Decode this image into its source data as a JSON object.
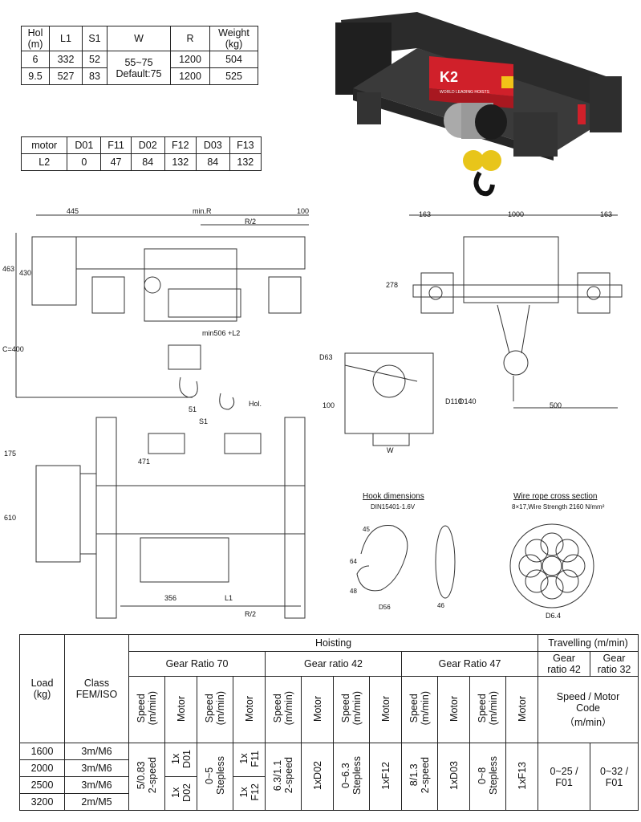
{
  "dims_table": {
    "headers": [
      "Hol\n(m)",
      "L1",
      "S1",
      "W",
      "R",
      "Weight\n(kg)"
    ],
    "rows": [
      {
        "hol": "6",
        "l1": "332",
        "s1": "52",
        "r": "1200",
        "weight": "504"
      },
      {
        "hol": "9.5",
        "l1": "527",
        "s1": "83",
        "r": "1200",
        "weight": "525"
      }
    ],
    "w_line1": "55~75",
    "w_line2": "Default:75"
  },
  "motor_table": {
    "headers": [
      "motor",
      "D01",
      "F11",
      "D02",
      "F12",
      "D03",
      "F13"
    ],
    "row": [
      "L2",
      "0",
      "47",
      "84",
      "132",
      "84",
      "132"
    ]
  },
  "product": {
    "brand": "K2",
    "tagline": "WORLD LEADING HOISTS",
    "colors": {
      "body": "#333333",
      "accent": "#d0202a",
      "hook": "#e8c51a"
    }
  },
  "drawing_labels": {
    "d445": "445",
    "minR": "min.R",
    "d100a": "100",
    "r2a": "R/2",
    "d463": "463",
    "d430": "430",
    "c400": "C=400",
    "min506": "min506 +L2",
    "d51": "51",
    "s1": "S1",
    "hol": "Hol.",
    "d163a": "163",
    "d1000": "1000",
    "d163b": "163",
    "d278": "278",
    "d500": "500",
    "d63": "D63",
    "d100b": "100",
    "d110": "D110",
    "d140": "D140",
    "w": "W",
    "d175": "175",
    "d471": "471",
    "d610": "610",
    "d356": "356",
    "l1": "L1",
    "r2b": "R/2",
    "hook_title": "Hook dimensions",
    "hook_std": "DIN15401-1.6V",
    "h45": "45",
    "h64": "64",
    "h48": "48",
    "h46": "46",
    "hD56": "D56",
    "wire_title": "Wire rope cross section",
    "wire_sub": "8×17,Wire Strength 2160 N/mm²",
    "wire_d": "D6.4"
  },
  "spec_table": {
    "load": "Load\n(kg)",
    "class": "Class\nFEM/ISO",
    "hoisting": "Hoisting",
    "travelling": "Travelling (m/min)",
    "gr70": "Gear Ratio 70",
    "gr42": "Gear ratio 42",
    "gr47": "Gear Ratio 47",
    "tgr42": "Gear\nratio 42",
    "tgr32": "Gear\nratio 32",
    "speed": "Speed\n(m/min)",
    "motor": "Motor",
    "speed_motor": "Speed / Motor\nCode\n（m/min）",
    "loads": [
      "1600",
      "2000",
      "2500",
      "3200"
    ],
    "classes": [
      "3m/M6",
      "3m/M6",
      "3m/M6",
      "2m/M5"
    ],
    "v70_speed": "5/0.83\n2-speed",
    "v70_motor_a": "1x\nD01",
    "v70_motor_b": "1x\nD02",
    "v70_step": "0~5\nStepless",
    "v70_step_motor_a": "1x\nF11",
    "v70_step_motor_b": "1x\nF12",
    "v42_speed": "6.3/1.1\n2-speed",
    "v42_motor": "1xD02",
    "v42_step": "0~6.3\nStepless",
    "v42_step_motor": "1xF12",
    "v47_speed": "8/1.3\n2-speed",
    "v47_motor": "1xD03",
    "v47_step": "0~8\nStepless",
    "v47_step_motor": "1xF13",
    "t42": "0~25 /\nF01",
    "t32": "0~32 /\nF01"
  }
}
